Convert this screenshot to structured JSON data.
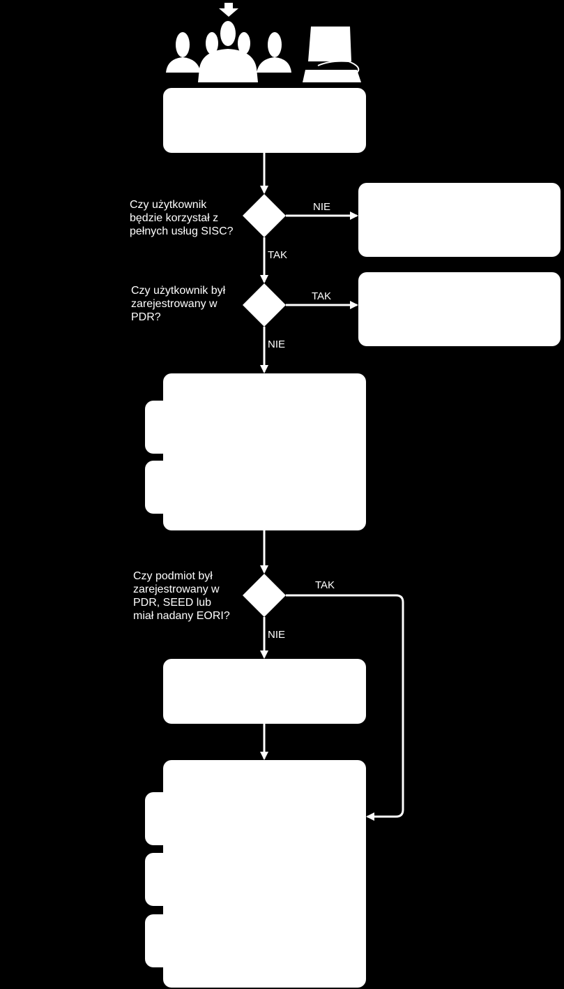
{
  "colors": {
    "background": "#000000",
    "foreground": "#ffffff"
  },
  "icons": {
    "entry": "down-arrow-icon",
    "users": "people-group-icon",
    "computer": "computer-monitor-icon"
  },
  "decisions": [
    {
      "id": "q1",
      "text": "Czy użytkownik\nbędzie korzystał z\npełnych usług SISC?"
    },
    {
      "id": "q2",
      "text": "Czy użytkownik był\nzarejestrowany w\nPDR?"
    },
    {
      "id": "q3",
      "text": "Czy podmiot był\nzarejestrowany w\nPDR, SEED lub\nmiał nadany EORI?"
    }
  ],
  "edge_labels": {
    "q1_yes": "TAK",
    "q1_no": "NIE",
    "q2_yes": "TAK",
    "q2_no": "NIE",
    "q3_yes": "TAK",
    "q3_no": "NIE"
  }
}
